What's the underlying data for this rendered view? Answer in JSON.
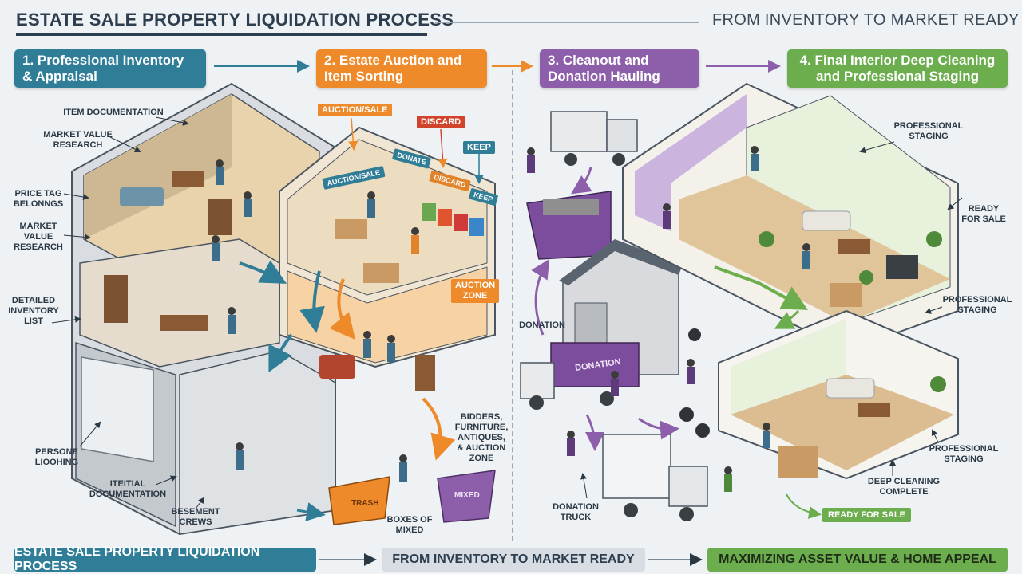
{
  "header": {
    "title": "ESTATE SALE PROPERTY LIQUIDATION PROCESS",
    "subtitle": "FROM INVENTORY TO MARKET READY"
  },
  "steps": [
    {
      "label": "1.  Professional Inventory\n& Appraisal",
      "color": "#2f7d96"
    },
    {
      "label": "2.  Estate Auction and\nItem Sorting",
      "color": "#ee8a2a"
    },
    {
      "label": "3.  Cleanout and\nDonation Hauling",
      "color": "#8d5ea9"
    },
    {
      "label": "4.  Final Interior Deep Cleaning\nand Professional Staging",
      "color": "#6cad4e"
    }
  ],
  "callouts": {
    "item_documentation": "ITEM DOCUMENTATION",
    "market_value_research_top": "MARKET VALUE\nRESEARCH",
    "price_tag": "PRICE TAG\nBELONNGS",
    "market_value_research_left": "MARKET\nVALUE\nRESEARCH",
    "detailed_inventory": "DETAILED\nINVENTORY\nLIST",
    "persone": "PERSONE\nLIOOHING",
    "itetial": "ITEITIAL\nDOCUMENTATION",
    "besement": "BESEMENT\nCREWS",
    "bidders": "BIDDERS,\nFURNITURE,\nANTIQUES,\n& AUCTION\nZONE",
    "boxes_mixed": "BOXES OF\nMIXED",
    "donation": "DONATION",
    "donation_truck": "DONATION\nTRUCK",
    "pro_staging_top": "PROFESSIONAL\nSTAGING",
    "ready_for_sale_right": "READY\nFOR SALE",
    "pro_staging_mid": "PROFESSIONAL\nSTAGING",
    "pro_staging_bottom": "PROFESSIONAL\nSTAGING",
    "deep_cleaning": "DEEP CLEANING\nCOMPLETE"
  },
  "tags": {
    "auction_sale_orange": "AUCTION/SALE",
    "discard": "DISCARD",
    "keep": "KEEP",
    "auction_zone": "AUCTION\nZONE",
    "bin_auction_sale": "AUCTION/SALE",
    "bin_donate": "DONATE",
    "bin_discard": "DISCARD",
    "bin_keep": "KEEP",
    "dumpster_trash": "TRASH",
    "dumpster_mixed": "MIXED",
    "truck_donation": "DONATION",
    "ready_for_sale_badge": "READY FOR SALE"
  },
  "footer": {
    "left": "ESTATE SALE PROPERTY LIQUIDATION PROCESS",
    "middle": "FROM INVENTORY TO MARKET READY",
    "right": "MAXIMIZING ASSET VALUE & HOME APPEAL"
  },
  "colors": {
    "teal": "#2f7d96",
    "orange": "#ee8a2a",
    "purple": "#8d5ea9",
    "green": "#6cad4e",
    "red": "#d1432b",
    "dark": "#2d3e4f"
  }
}
